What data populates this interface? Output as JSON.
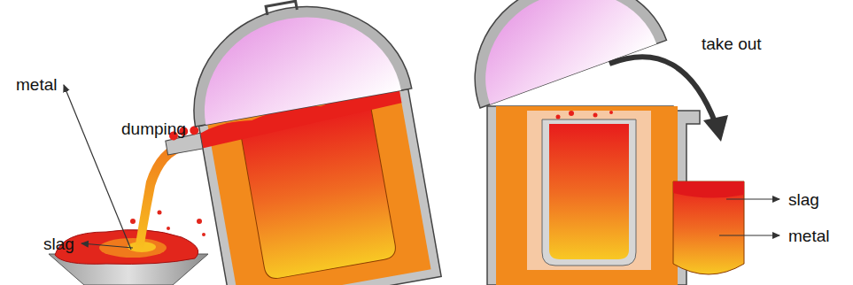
{
  "diagram": {
    "labels": [
      "dumping",
      "metal",
      "slag",
      "take out",
      "slag",
      "metal"
    ]
  }
}
